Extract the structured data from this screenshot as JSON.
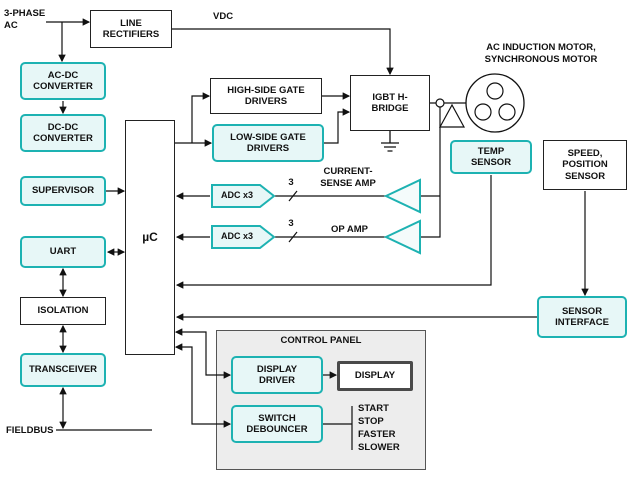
{
  "colors": {
    "accent_teal": "#1db2b2",
    "teal_fill": "#e7f7f7",
    "line": "#111111",
    "panel_bg": "#ededed"
  },
  "labels": {
    "three_phase_ac": "3-PHASE AC",
    "vdc": "VDC",
    "fieldbus": "FIELDBUS",
    "motor": "AC INDUCTION MOTOR, SYNCHRONOUS MOTOR",
    "current_sense_amp": "CURRENT-SENSE AMP",
    "op_amp": "OP AMP",
    "bus_width": "3"
  },
  "blocks": {
    "line_rectifiers": "LINE RECTIFIERS",
    "ac_dc_converter": "AC-DC CONVERTER",
    "dc_dc_converter": "DC-DC CONVERTER",
    "supervisor": "SUPERVISOR",
    "uart": "UART",
    "isolation": "ISOLATION",
    "transceiver": "TRANSCEIVER",
    "microcontroller": "µC",
    "high_side_gate_drivers": "HIGH-SIDE GATE DRIVERS",
    "low_side_gate_drivers": "LOW-SIDE GATE DRIVERS",
    "igbt_h_bridge": "IGBT H-BRIDGE",
    "adc": "ADC x3",
    "temp_sensor": "TEMP SENSOR",
    "speed_position_sensor": "SPEED, POSITION SENSOR",
    "sensor_interface": "SENSOR INTERFACE"
  },
  "control_panel": {
    "title": "CONTROL PANEL",
    "display_driver": "DISPLAY DRIVER",
    "display": "DISPLAY",
    "switch_debouncer": "SWITCH DEBOUNCER",
    "buttons": [
      "START",
      "STOP",
      "FASTER",
      "SLOWER"
    ]
  }
}
